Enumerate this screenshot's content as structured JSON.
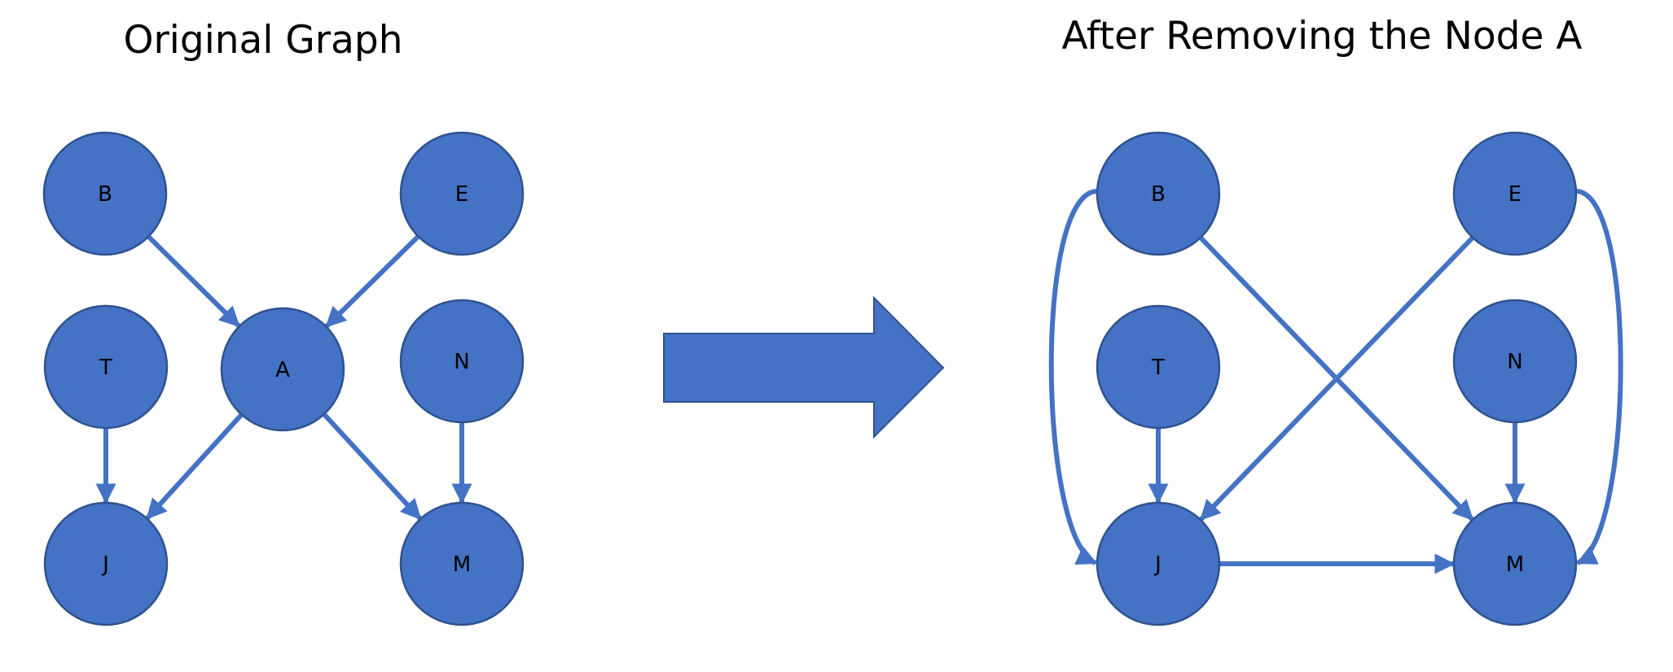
{
  "colors": {
    "node_fill": "#4472c4",
    "node_stroke": "#2f528f",
    "edge": "#4472c4",
    "transition_arrow": "#4472c4",
    "text": "#000000"
  },
  "graphs": [
    {
      "title": "Original Graph",
      "nodes": [
        {
          "id": "B",
          "label": "B"
        },
        {
          "id": "E",
          "label": "E"
        },
        {
          "id": "T",
          "label": "T"
        },
        {
          "id": "A",
          "label": "A"
        },
        {
          "id": "N",
          "label": "N"
        },
        {
          "id": "J",
          "label": "J"
        },
        {
          "id": "M",
          "label": "M"
        }
      ],
      "edges": [
        {
          "from": "B",
          "to": "A"
        },
        {
          "from": "E",
          "to": "A"
        },
        {
          "from": "T",
          "to": "J"
        },
        {
          "from": "A",
          "to": "J"
        },
        {
          "from": "A",
          "to": "M"
        },
        {
          "from": "N",
          "to": "M"
        }
      ]
    },
    {
      "title": "After Removing the Node A",
      "nodes": [
        {
          "id": "B",
          "label": "B"
        },
        {
          "id": "E",
          "label": "E"
        },
        {
          "id": "T",
          "label": "T"
        },
        {
          "id": "N",
          "label": "N"
        },
        {
          "id": "J",
          "label": "J"
        },
        {
          "id": "M",
          "label": "M"
        }
      ],
      "edges": [
        {
          "from": "B",
          "to": "J"
        },
        {
          "from": "B",
          "to": "M"
        },
        {
          "from": "E",
          "to": "J"
        },
        {
          "from": "E",
          "to": "M"
        },
        {
          "from": "T",
          "to": "J"
        },
        {
          "from": "N",
          "to": "M"
        },
        {
          "from": "J",
          "to": "M"
        }
      ]
    }
  ]
}
